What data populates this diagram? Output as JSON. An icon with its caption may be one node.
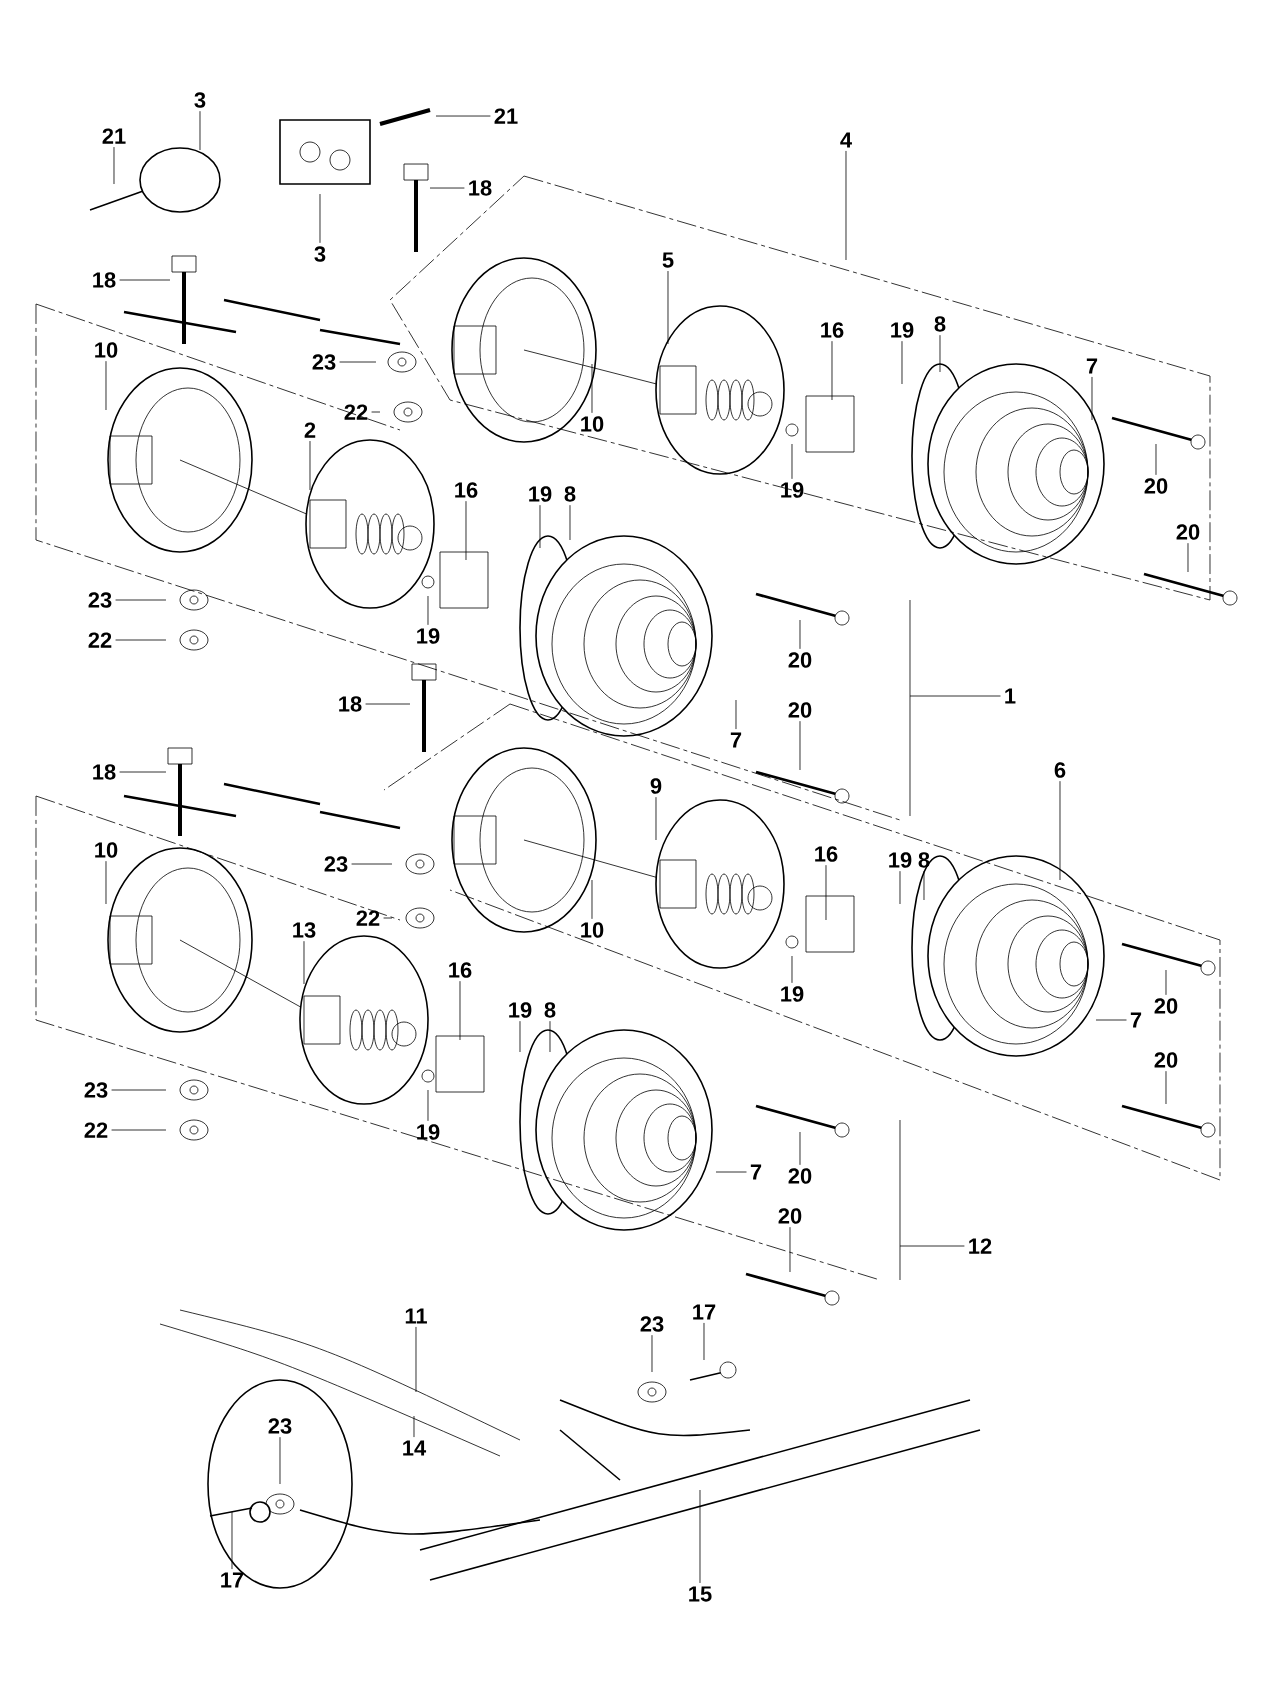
{
  "diagram": {
    "nodes": [
      {
        "text": [
          "21"
        ]
      },
      {
        "text": [
          "3"
        ]
      },
      {
        "text": [
          "21"
        ]
      },
      {
        "text": [
          "3"
        ]
      },
      {
        "text": [
          "18"
        ]
      },
      {
        "text": [
          "4"
        ]
      },
      {
        "text": [
          "18"
        ]
      },
      {
        "text": [
          "10"
        ]
      },
      {
        "text": [
          "5"
        ]
      },
      {
        "text": [
          "23"
        ]
      },
      {
        "text": [
          "22"
        ]
      },
      {
        "text": [
          "10"
        ]
      },
      {
        "text": [
          "16"
        ]
      },
      {
        "text": [
          "19"
        ]
      },
      {
        "text": [
          "8"
        ]
      },
      {
        "text": [
          "7"
        ]
      },
      {
        "text": [
          "19"
        ]
      },
      {
        "text": [
          "20"
        ]
      },
      {
        "text": [
          "2"
        ]
      },
      {
        "text": [
          "20"
        ]
      },
      {
        "text": [
          "16"
        ]
      },
      {
        "text": [
          "19"
        ]
      },
      {
        "text": [
          "8"
        ]
      },
      {
        "text": [
          "23"
        ]
      },
      {
        "text": [
          "22"
        ]
      },
      {
        "text": [
          "19"
        ]
      },
      {
        "text": [
          "20"
        ]
      },
      {
        "text": [
          "18"
        ]
      },
      {
        "text": [
          "1"
        ]
      },
      {
        "text": [
          "20"
        ]
      },
      {
        "text": [
          "7"
        ]
      },
      {
        "text": [
          "18"
        ]
      },
      {
        "text": [
          "9"
        ]
      },
      {
        "text": [
          "6"
        ]
      },
      {
        "text": [
          "10"
        ]
      },
      {
        "text": [
          "23"
        ]
      },
      {
        "text": [
          "22"
        ]
      },
      {
        "text": [
          "16"
        ]
      },
      {
        "text": [
          "19"
        ]
      },
      {
        "text": [
          "8"
        ]
      },
      {
        "text": [
          "10"
        ]
      },
      {
        "text": [
          "19"
        ]
      },
      {
        "text": [
          "13"
        ]
      },
      {
        "text": [
          "20"
        ]
      },
      {
        "text": [
          "7"
        ]
      },
      {
        "text": [
          "20"
        ]
      },
      {
        "text": [
          "16"
        ]
      },
      {
        "text": [
          "19"
        ]
      },
      {
        "text": [
          "8"
        ]
      },
      {
        "text": [
          "23"
        ]
      },
      {
        "text": [
          "22"
        ]
      },
      {
        "text": [
          "19"
        ]
      },
      {
        "text": [
          "7"
        ]
      },
      {
        "text": [
          "20"
        ]
      },
      {
        "text": [
          "20"
        ]
      },
      {
        "text": [
          "12"
        ]
      },
      {
        "text": [
          "11"
        ]
      },
      {
        "text": [
          "23"
        ]
      },
      {
        "text": [
          "17"
        ]
      },
      {
        "text": [
          "23"
        ]
      },
      {
        "text": [
          "14"
        ]
      },
      {
        "text": [
          "17"
        ]
      },
      {
        "text": [
          "15"
        ]
      }
    ],
    "edges": [
      {
        "from": 0,
        "to": null,
        "arrow": "none"
      },
      {
        "from": 1,
        "to": null,
        "arrow": "none"
      },
      {
        "from": 2,
        "to": null,
        "arrow": "none"
      },
      {
        "from": 3,
        "to": null,
        "arrow": "none"
      },
      {
        "from": 4,
        "to": null,
        "arrow": "none"
      },
      {
        "from": 5,
        "to": null,
        "arrow": "none"
      },
      {
        "from": 6,
        "to": null,
        "arrow": "none"
      },
      {
        "from": 7,
        "to": null,
        "arrow": "none"
      },
      {
        "from": 8,
        "to": null,
        "arrow": "none"
      },
      {
        "from": 9,
        "to": null,
        "arrow": "none"
      },
      {
        "from": 10,
        "to": null,
        "arrow": "none"
      },
      {
        "from": 11,
        "to": null,
        "arrow": "none"
      },
      {
        "from": 12,
        "to": null,
        "arrow": "none"
      },
      {
        "from": 13,
        "to": null,
        "arrow": "none"
      },
      {
        "from": 14,
        "to": null,
        "arrow": "none"
      },
      {
        "from": 15,
        "to": null,
        "arrow": "none"
      },
      {
        "from": 16,
        "to": null,
        "arrow": "none"
      },
      {
        "from": 17,
        "to": null,
        "arrow": "none"
      },
      {
        "from": 18,
        "to": null,
        "arrow": "none"
      },
      {
        "from": 19,
        "to": null,
        "arrow": "none"
      },
      {
        "from": 20,
        "to": null,
        "arrow": "none"
      },
      {
        "from": 21,
        "to": null,
        "arrow": "none"
      },
      {
        "from": 22,
        "to": null,
        "arrow": "none"
      },
      {
        "from": 23,
        "to": null,
        "arrow": "none"
      },
      {
        "from": 24,
        "to": null,
        "arrow": "none"
      },
      {
        "from": 25,
        "to": null,
        "arrow": "none"
      },
      {
        "from": 26,
        "to": null,
        "arrow": "none"
      },
      {
        "from": 27,
        "to": null,
        "arrow": "none"
      },
      {
        "from": 28,
        "to": null,
        "arrow": "none"
      },
      {
        "from": 29,
        "to": null,
        "arrow": "none"
      },
      {
        "from": 30,
        "to": null,
        "arrow": "none"
      },
      {
        "from": 31,
        "to": null,
        "arrow": "none"
      },
      {
        "from": 32,
        "to": null,
        "arrow": "none"
      },
      {
        "from": 33,
        "to": null,
        "arrow": "none"
      },
      {
        "from": 34,
        "to": null,
        "arrow": "none"
      },
      {
        "from": 35,
        "to": null,
        "arrow": "none"
      },
      {
        "from": 36,
        "to": null,
        "arrow": "none"
      },
      {
        "from": 37,
        "to": null,
        "arrow": "none"
      },
      {
        "from": 38,
        "to": null,
        "arrow": "none"
      },
      {
        "from": 39,
        "to": null,
        "arrow": "none"
      },
      {
        "from": 40,
        "to": null,
        "arrow": "none"
      },
      {
        "from": 41,
        "to": null,
        "arrow": "none"
      },
      {
        "from": 42,
        "to": null,
        "arrow": "none"
      },
      {
        "from": 43,
        "to": null,
        "arrow": "none"
      },
      {
        "from": 44,
        "to": null,
        "arrow": "none"
      },
      {
        "from": 45,
        "to": null,
        "arrow": "none"
      },
      {
        "from": 46,
        "to": null,
        "arrow": "none"
      },
      {
        "from": 47,
        "to": null,
        "arrow": "none"
      },
      {
        "from": 48,
        "to": null,
        "arrow": "none"
      },
      {
        "from": 49,
        "to": null,
        "arrow": "none"
      },
      {
        "from": 50,
        "to": null,
        "arrow": "none"
      },
      {
        "from": 51,
        "to": null,
        "arrow": "none"
      },
      {
        "from": 52,
        "to": null,
        "arrow": "none"
      },
      {
        "from": 53,
        "to": null,
        "arrow": "none"
      },
      {
        "from": 54,
        "to": null,
        "arrow": "none"
      },
      {
        "from": 55,
        "to": null,
        "arrow": "none"
      },
      {
        "from": 56,
        "to": null,
        "arrow": "none"
      },
      {
        "from": 57,
        "to": null,
        "arrow": "none"
      },
      {
        "from": 58,
        "to": null,
        "arrow": "none"
      },
      {
        "from": 59,
        "to": null,
        "arrow": "none"
      },
      {
        "from": 60,
        "to": null,
        "arrow": "none"
      },
      {
        "from": 61,
        "to": null,
        "arrow": "none"
      },
      {
        "from": 62,
        "to": null,
        "arrow": "none"
      }
    ]
  }
}
